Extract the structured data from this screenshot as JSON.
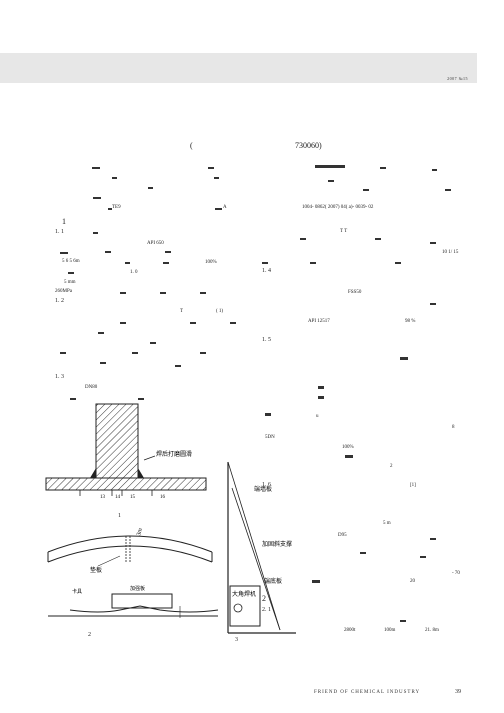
{
  "header": {
    "issue": "2007 №15"
  },
  "title_block": {
    "affiliation_open": "(",
    "postcode": "730060)"
  },
  "left_col": {
    "line_te9": "TE9",
    "line_a": "A",
    "sec1": "1",
    "sec1_1": "1. 1",
    "api650": "API 650",
    "l_numbers": "5 6 5 6m",
    "l_100": "100%",
    "l_10": "1. 0",
    "l_5mm": "5 mm",
    "l_260": "260MPa",
    "sec1_2": "1. 2",
    "l_t": "T",
    "l_1": "( 1)",
    "sec1_3": "1. 3",
    "dn": "DN80",
    "fig1_caption": "1",
    "fig2_caption": "2"
  },
  "right_col": {
    "line_ids": "1004- 0862( 2007) 04( a)- 0039- 02",
    "l_tt": "T T",
    "l_frac": "10 1/ 15",
    "sec1_4": "1. 4",
    "l_fss": "FSS50",
    "l_api12": "API 12517",
    "l_98": "98 %",
    "sec1_5": "1. 5",
    "l_u": "u",
    "l_8": "8",
    "l_5dn": "5DN",
    "l_100b": "100%",
    "l_2": "2",
    "sec1_6": "1. 6",
    "l_brk": "[1]",
    "l_5m": "5 m",
    "l_d95": "D95",
    "l_70": "- 70",
    "l_20": "20",
    "sec2": "2",
    "sec2_1": "2. 1",
    "l_2800": "2800t",
    "l_100m": "100m",
    "l_21": "21. 8m",
    "fig3_caption": "3"
  },
  "figures": {
    "fig1_weld_label": "焊后打磨圆滑",
    "fig1_nums": [
      "13",
      "14",
      "15",
      "16"
    ],
    "fig2_dim": "3m",
    "fig2_left": "垫板",
    "fig2_bot_left": "卡具",
    "fig2_bot_right": "加强板",
    "fig3_top": "端墙板",
    "fig3_mid": "加固斜支撑",
    "fig3_low": "端底板",
    "fig3_welder": "大角焊机"
  },
  "footer": {
    "journal": "FRIEND OF CHEMICAL INDUSTRY",
    "page": "39"
  }
}
